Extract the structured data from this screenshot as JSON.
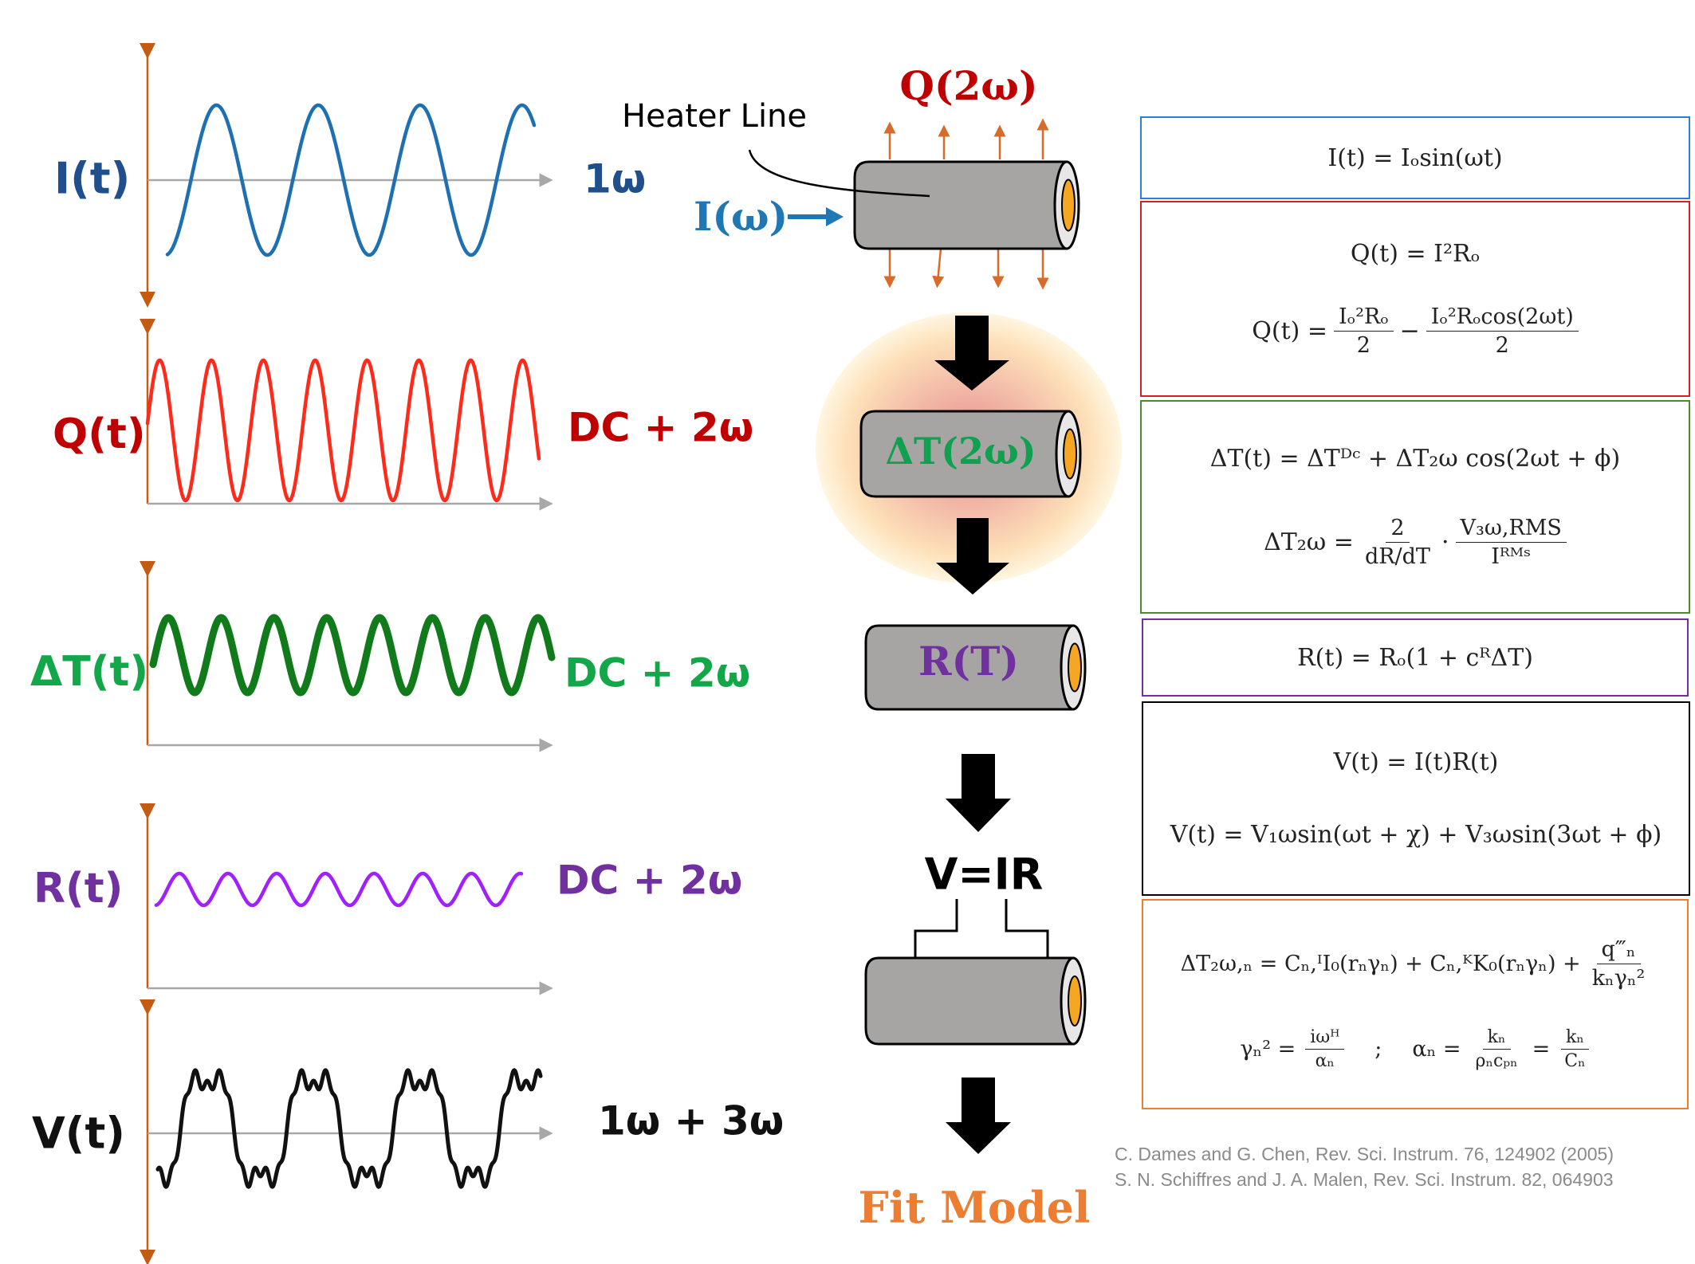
{
  "waveforms": [
    {
      "label": "I(t)",
      "freq_text": "1ω",
      "color": "#1f6fb3",
      "label_color": "#1f4f8c",
      "freq_color": "#1f4f8c"
    },
    {
      "label": "Q(t)",
      "freq_text": "DC + 2ω",
      "color": "#ff2a1a",
      "label_color": "#c00000",
      "freq_color": "#c00000"
    },
    {
      "label": "ΔT(t)",
      "freq_text": "DC + 2ω",
      "color": "#117a1a",
      "label_color": "#12a84a",
      "freq_color": "#12a84a"
    },
    {
      "label": "R(t)",
      "freq_text": "DC + 2ω",
      "color": "#a020ff",
      "label_color": "#7030a0",
      "freq_color": "#7030a0"
    },
    {
      "label": "V(t)",
      "freq_text": "1ω + 3ω",
      "color": "#111111",
      "label_color": "#111111",
      "freq_color": "#111111"
    }
  ],
  "flow": {
    "heat_label": "Q(2ω)",
    "heater_line_label": "Heater Line",
    "current_label": "I(ω)",
    "temp_label": "ΔT(2ω)",
    "resistance_label": "R(T)",
    "ohm_label": "V=IR",
    "fit_label": "Fit Model"
  },
  "colors": {
    "heat": "#c00000",
    "current": "#1f77b4",
    "temp": "#0fa050",
    "resistance": "#7030a0",
    "fit": "#ed7d31",
    "cylinder_body": "#a7a4a4",
    "cylinder_core": "#f5a623",
    "box_blue": "#2f7fd0",
    "box_red": "#d42020",
    "box_green": "#4a8c2a",
    "box_purple": "#7030a0",
    "box_black": "#000000",
    "box_orange": "#ed7d31"
  },
  "equations": {
    "current": "I(t) = Iₒsin(ωt)",
    "heat_1": "Q(t) = I²Rₒ",
    "heat_2_lhs": "Q(t) =",
    "heat_2_f1_num": "Iₒ²Rₒ",
    "heat_2_f1_den": "2",
    "heat_2_minus": "−",
    "heat_2_f2_num": "Iₒ²Rₒcos(2ωt)",
    "heat_2_f2_den": "2",
    "temp_1": "ΔT(t) = ΔTᴰᶜ + ΔT₂ω cos(2ωt + ϕ)",
    "temp_2_lhs": "ΔT₂ω =",
    "temp_2_f1_num": "2",
    "temp_2_f1_den": "dR/dT",
    "temp_2_dot": "·",
    "temp_2_f2_num": "V₃ω,RMS",
    "temp_2_f2_den": "Iᴿᴹˢ",
    "resistance": "R(t) = Rₒ(1 + cᴿΔT)",
    "voltage_1": "V(t) = I(t)R(t)",
    "voltage_2": "V(t) = V₁ωsin(ωt + χ) + V₃ωsin(3ωt + ϕ)",
    "model_1_lhs": "ΔT₂ω,ₙ = Cₙ,ᴵI₀(rₙγₙ) + Cₙ,ᴷK₀(rₙγₙ) +",
    "model_1_num": "q‴ₙ",
    "model_1_den": "kₙγₙ²",
    "model_2_gamma": "γₙ² =",
    "model_2_g_num": "iωᴴ",
    "model_2_g_den": "αₙ",
    "model_2_sep": ";",
    "model_2_alpha": "αₙ =",
    "model_2_a_num": "kₙ",
    "model_2_a_den": "ρₙcₚₙ",
    "model_2_eq": "=",
    "model_2_b_num": "kₙ",
    "model_2_b_den": "Cₙ"
  },
  "citations": [
    "C. Dames and G. Chen, Rev. Sci. Instrum. 76, 124902 (2005)",
    "S. N. Schiffres and J. A. Malen, Rev. Sci. Instrum. 82, 064903"
  ]
}
